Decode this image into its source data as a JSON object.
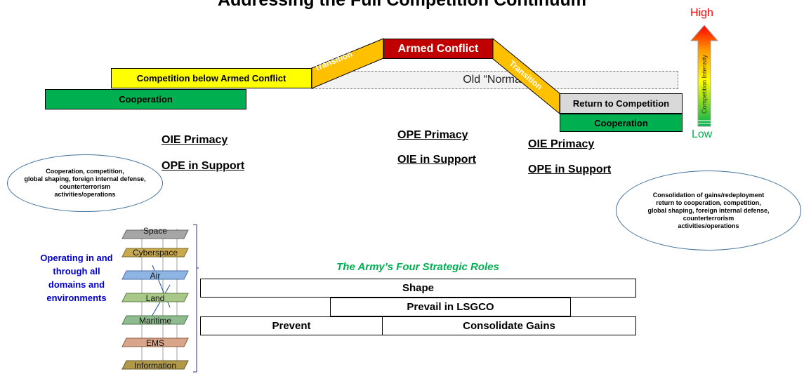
{
  "title": "Addressing the Full Competition Continuum",
  "phases": {
    "cooperation_left": "Cooperation",
    "competition_below": "Competition below Armed Conflict",
    "transition_left": "Transition",
    "armed_conflict": "Armed Conflict",
    "transition_right": "Transition",
    "old_normal": "Old “Normal”",
    "return_to_competition": "Return to Competition",
    "cooperation_right": "Cooperation"
  },
  "intensity": {
    "high": "High",
    "low": "Low",
    "axis_label": "Competition Intensity",
    "colors": {
      "high": "#ff0000",
      "low": "#00b050"
    }
  },
  "primacy": {
    "left_primacy": "OIE Primacy",
    "left_support": "OPE in Support",
    "center_primacy": "OPE Primacy",
    "center_support": "OIE in Support",
    "right_primacy": "OIE Primacy",
    "right_support": "OPE in Support"
  },
  "ellipses": {
    "left": "Cooperation, competition,\nglobal shaping, foreign internal defense,\ncounterterrorism\nactivities/operations",
    "right": "Consolidation of gains/redeployment\nreturn to cooperation, competition,\nglobal shaping, foreign internal defense,\ncounterterrorism\nactivities/operations"
  },
  "domains": {
    "caption": "Operating in and through all domains and environments",
    "layers": [
      "Space",
      "Cyberspace",
      "Air",
      "Land",
      "Maritime",
      "EMS",
      "Information"
    ]
  },
  "roles": {
    "heading": "The Army’s Four Strategic Roles",
    "shape": "Shape",
    "prevail": "Prevail in LSGCO",
    "prevent": "Prevent",
    "consolidate": "Consolidate Gains"
  },
  "colors": {
    "green": "#00b050",
    "yellow": "#ffff00",
    "orange": "#ffc000",
    "red": "#c00000",
    "gray": "#d9d9d9",
    "blue_text": "#0000cc",
    "green_text": "#00b050"
  }
}
